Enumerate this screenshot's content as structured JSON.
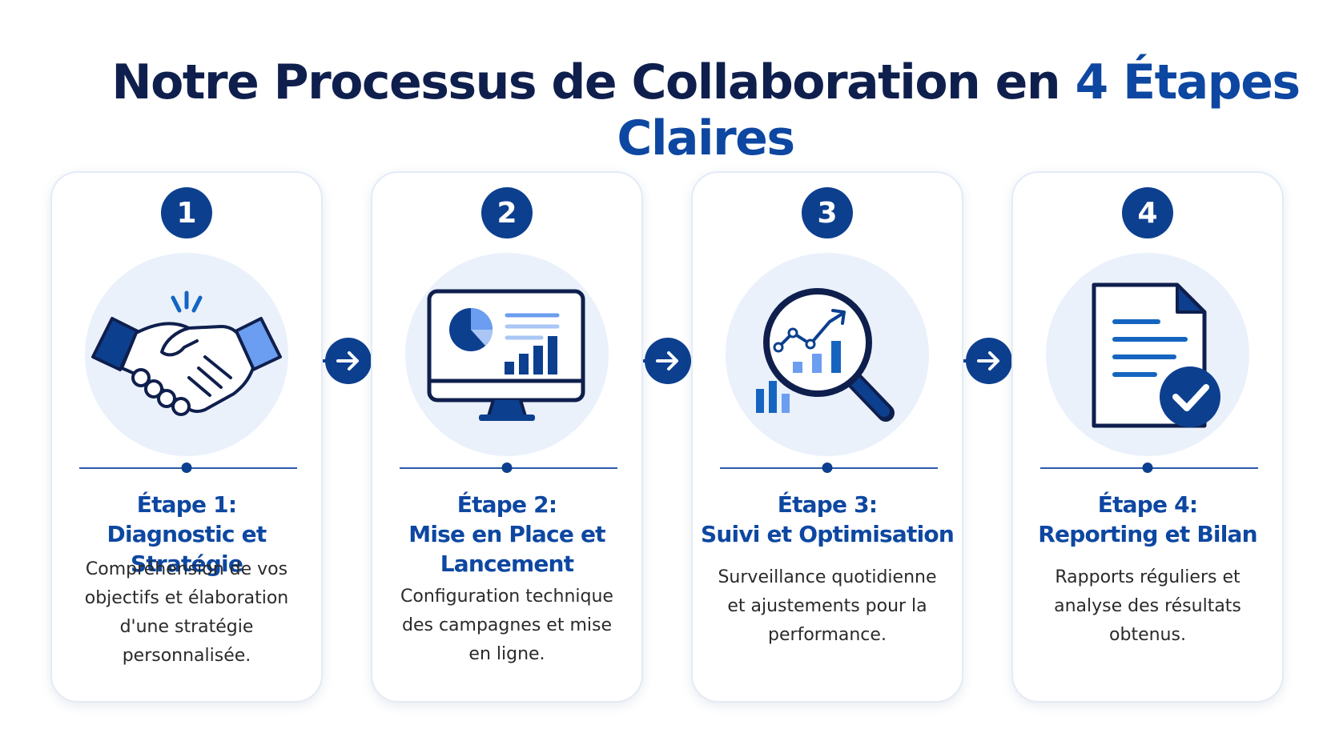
{
  "title": {
    "main": "Notre Processus de Collaboration en ",
    "accent": "4 Étapes Claires"
  },
  "colors": {
    "navy": "#0f1f4d",
    "primary_blue": "#0d47a1",
    "accent_blue": "#1565c0",
    "light_blue": "#6b9ef0",
    "circle_bg": "#eaf1fb",
    "card_border": "#e3ebf5"
  },
  "steps": [
    {
      "number": "1",
      "icon": "handshake-icon",
      "title_line1": "Étape 1:",
      "title_line2": "Diagnostic et Stratégie",
      "description": "Compréhension de vos objectifs et élaboration d'une stratégie personnalisée."
    },
    {
      "number": "2",
      "icon": "monitor-analytics-icon",
      "title_line1": "Étape 2:",
      "title_line2": "Mise en Place et",
      "title_line3": "Lancement",
      "description": "Configuration technique des campagnes et mise en ligne."
    },
    {
      "number": "3",
      "icon": "magnifier-chart-icon",
      "title_line1": "Étape 3:",
      "title_line2": "Suivi et Optimisation",
      "description": "Surveillance quotidienne et ajustements pour la performance."
    },
    {
      "number": "4",
      "icon": "report-check-icon",
      "title_line1": "Étape 4:",
      "title_line2": "Reporting et Bilan",
      "description": "Rapports réguliers et analyse des résultats obtenus."
    }
  ],
  "connector_icon": "arrow-right-icon"
}
